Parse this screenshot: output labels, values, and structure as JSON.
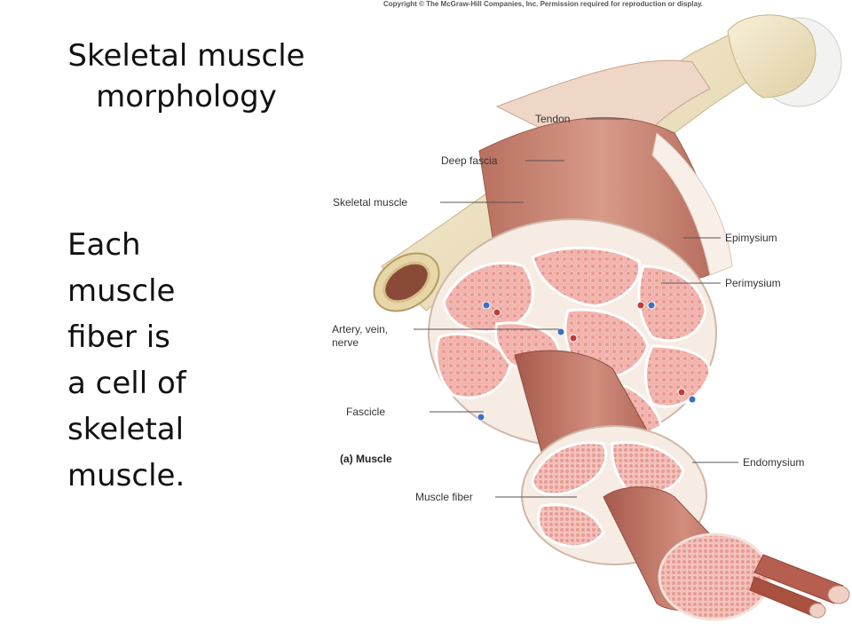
{
  "slide": {
    "title_lines": [
      "Skeletal muscle",
      "morphology"
    ],
    "body_lines": [
      "Each",
      "muscle",
      "fiber is",
      "a cell of",
      "skeletal",
      "muscle."
    ]
  },
  "figure": {
    "copyright": "Copyright © The McGraw-Hill Companies, Inc. Permission required for reproduction or display.",
    "panel_label": "(a) Muscle",
    "labels": {
      "tendon": "Tendon",
      "deep_fascia": "Deep fascia",
      "skeletal_muscle": "Skeletal muscle",
      "epimysium": "Epimysium",
      "perimysium": "Perimysium",
      "artery_line1": "Artery, vein,",
      "artery_line2": "nerve",
      "fascicle": "Fascicle",
      "endomysium": "Endomysium",
      "muscle_fiber": "Muscle fiber"
    },
    "colors": {
      "bone": "#efe3c4",
      "muscle": "#c98a7a",
      "fascicle_pink": "#f2b3ad",
      "connective": "#f6ece4"
    }
  }
}
